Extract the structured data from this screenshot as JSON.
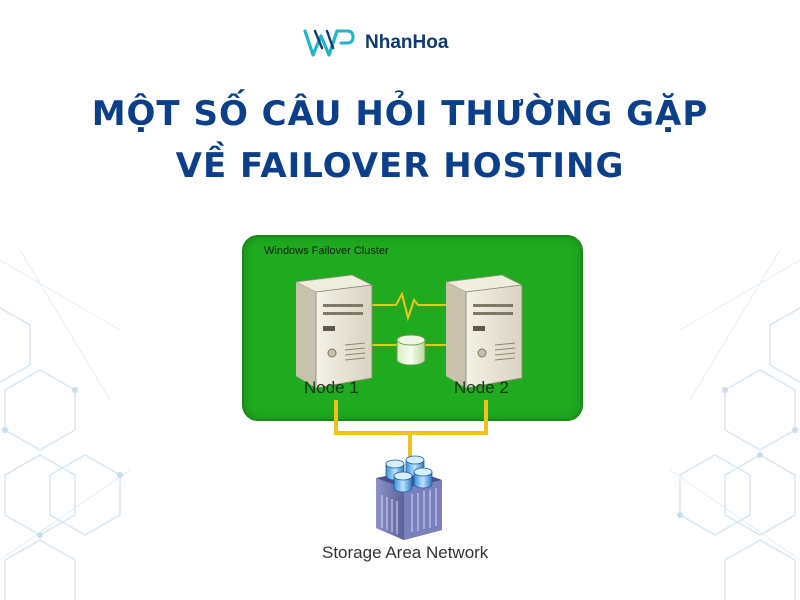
{
  "brand": {
    "name": "NhanHoa",
    "color": "#0e3a73",
    "accent": "#1fb6c9"
  },
  "title": {
    "line1": "MỘT SỐ CÂU HỎI THƯỜNG GẶP",
    "line2": "VỀ FAILOVER HOSTING",
    "color": "#0b3f8a"
  },
  "diagram": {
    "cluster_label": "Windows Failover Cluster",
    "cluster_color": "#1faa1f",
    "nodes": [
      "Node 1",
      "Node 2"
    ],
    "storage_label": "Storage Area Network",
    "link_color": "#f1c21b"
  },
  "icons": [
    "nhanhoa-logo-icon",
    "server-icon",
    "database-icon",
    "heartbeat-icon",
    "storage-array-icon",
    "hexagon-pattern"
  ]
}
